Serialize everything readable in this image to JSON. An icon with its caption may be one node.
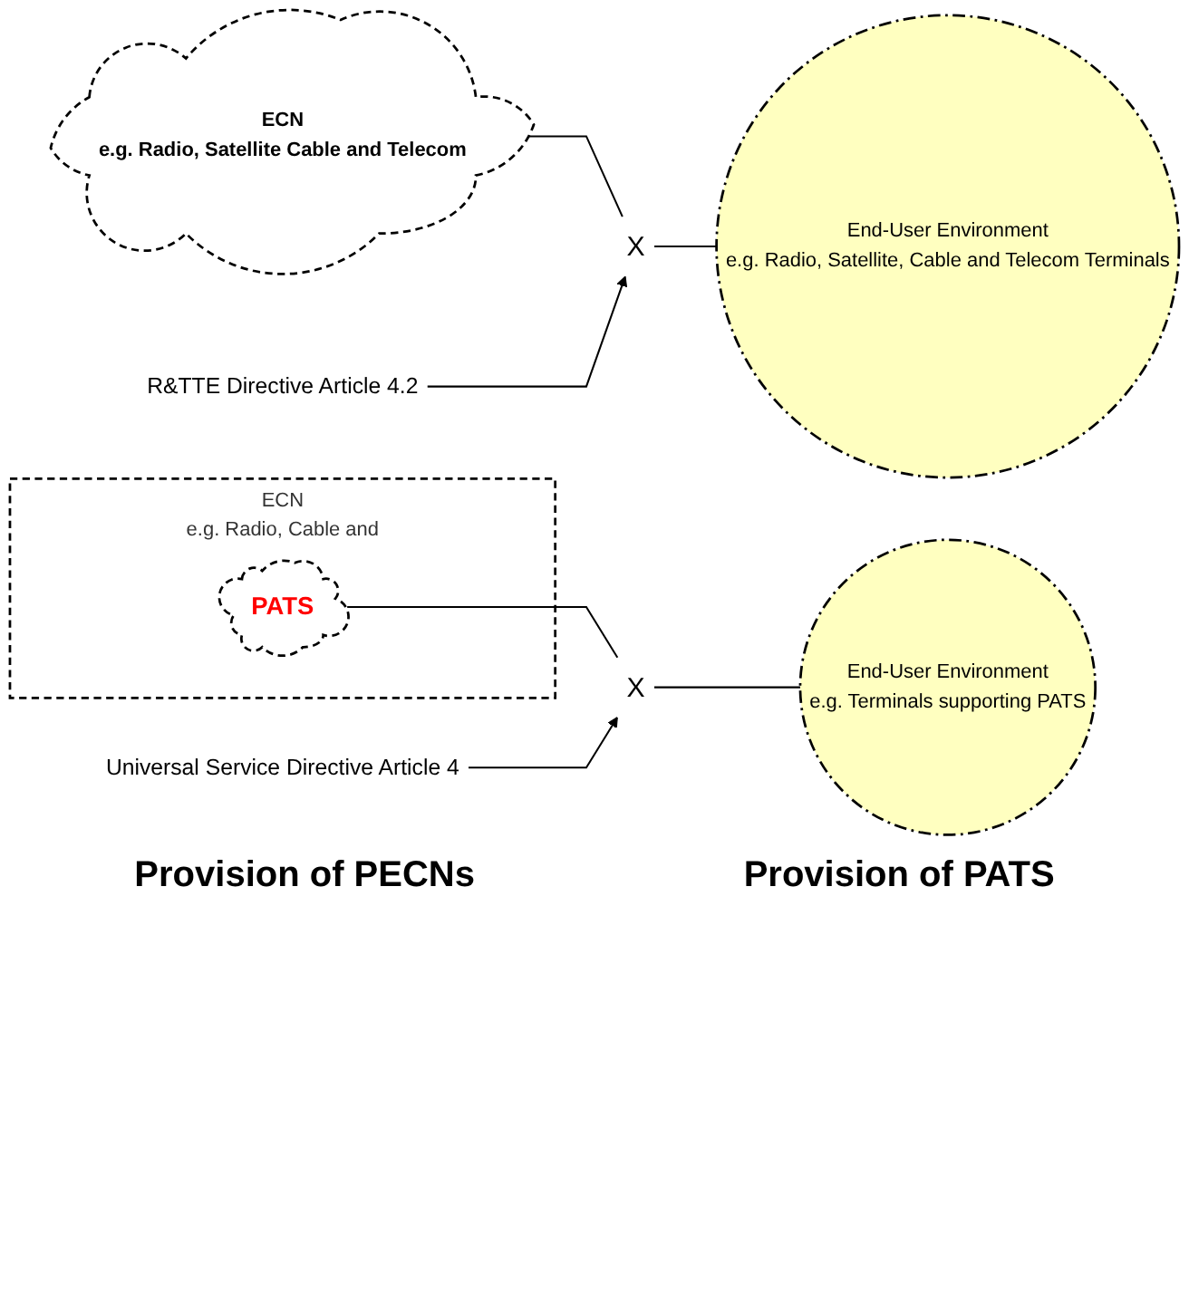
{
  "diagram": {
    "nodes": [
      {
        "text": [
          "ECN",
          "e.g. Radio, Satellite Cable and Telecom"
        ]
      },
      {
        "text": [
          "R&TTE Directive Article 4.2"
        ]
      },
      {
        "text": [
          "X"
        ]
      },
      {
        "text": [
          "End-User Environment",
          "e.g. Radio, Satellite, Cable and Telecom Terminals"
        ]
      },
      {
        "text": [
          "ECN",
          "e.g. Radio, Cable and"
        ]
      },
      {
        "text": [
          "PATS"
        ],
        "in": 4
      },
      {
        "text": [
          "Universal Service Directive Article 4"
        ]
      },
      {
        "text": [
          "X"
        ]
      },
      {
        "text": [
          "End-User Environment",
          "e.g. Terminals supporting PATS"
        ]
      }
    ],
    "edges": [
      {
        "from": 0,
        "to": 2,
        "arrow": "none"
      },
      {
        "from": 1,
        "to": 2,
        "arrow": "to"
      },
      {
        "from": 2,
        "to": 3,
        "arrow": "none"
      },
      {
        "from": 5,
        "to": 7,
        "arrow": "none"
      },
      {
        "from": 6,
        "to": 7,
        "arrow": "to"
      },
      {
        "from": 7,
        "to": 8,
        "arrow": "none"
      }
    ],
    "labels": [
      "Provision of PECNs",
      "Provision of PATS"
    ]
  }
}
